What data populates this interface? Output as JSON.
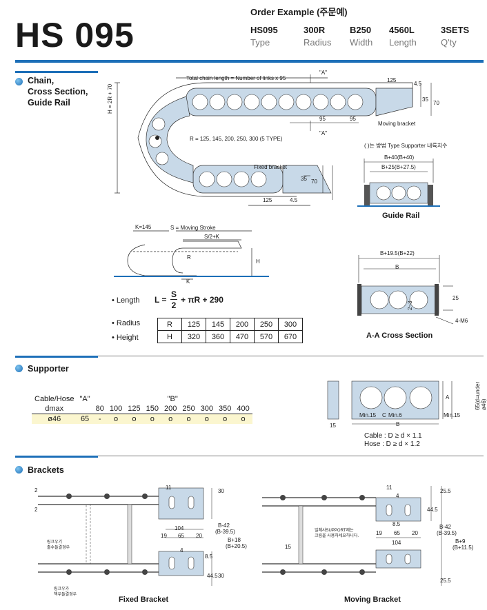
{
  "header": {
    "model_title": "HS 095",
    "order_example_label": "Order Example (주문예)",
    "order_values": [
      "HS095",
      "300R",
      "B250",
      "4560L",
      "3SETS"
    ],
    "order_labels": [
      "Type",
      "Radius",
      "Width",
      "Length",
      "Q'ty"
    ]
  },
  "colors": {
    "accent_blue": "#1d6fb8",
    "table_highlight": "#fbf6cf",
    "part_fill": "#c8d9e8"
  },
  "section_chain": {
    "title_lines": [
      "Chain,",
      "Cross Section,",
      "Guide Rail"
    ],
    "total_length": "Total chain length = Number of links x 95",
    "a_marker": "\"A\"",
    "dim_125": "125",
    "dim_45": "4.5",
    "dim_35": "35",
    "dim_70": "70",
    "dim_95": "95",
    "moving_bracket": "Moving bracket",
    "fixed_bracket": "Fixed bracket",
    "height_formula": "H = 2R + 70",
    "radius_types": "R = 125, 145, 200, 250, 300 (5 TYPE)"
  },
  "guide_rail": {
    "note": "( )는 방법 Type Supporter 내륙치수",
    "dim_b40": "B+40(B+40)",
    "dim_b25": "B+25(B+27.5)",
    "caption": "Guide Rail"
  },
  "stroke": {
    "k145": "K=145",
    "s_moving": "S = Moving Stroke",
    "s2k": "S/2+K",
    "r": "R",
    "h": "H",
    "k": "K"
  },
  "length_formula": {
    "label": "• Length",
    "lhs": "L =",
    "s": "S",
    "two": "2",
    "rest": "+ πR + 290"
  },
  "rh_table": {
    "radius_label": "• Radius",
    "height_label": "• Height",
    "rows": [
      [
        "R",
        "125",
        "145",
        "200",
        "250",
        "300"
      ],
      [
        "H",
        "320",
        "360",
        "470",
        "570",
        "670"
      ]
    ]
  },
  "aa_section": {
    "dim_b195": "B+19.5(B+22)",
    "dim_b": "B",
    "dim_25": "25",
    "dim_23": "2~3",
    "m6": "4-M6",
    "caption": "A-A Cross Section"
  },
  "supporter": {
    "title": "Supporter",
    "head_cable": "Cable/Hose",
    "head_a": "\"A\"",
    "head_b": "\"B\"",
    "head_dmax": "dmax",
    "b_values": [
      "80",
      "100",
      "125",
      "150",
      "200",
      "250",
      "300",
      "350",
      "400"
    ],
    "row_d": "ø46",
    "row_a": "65",
    "row_vals": [
      "-",
      "o",
      "o",
      "o",
      "o",
      "o",
      "o",
      "o",
      "o"
    ],
    "dim_15": "15",
    "dim_a": "A",
    "dim_65": "65(d=under ø46)",
    "min15": "Min.15",
    "c_mark": "C",
    "min6": "Min.6",
    "min15b": "Min.15",
    "b": "B",
    "cable_rule": "Cable : D ≥ d × 1.1",
    "hose_rule": "Hose : D ≥ d × 1.2"
  },
  "brackets": {
    "title": "Brackets",
    "fixed_caption": "Fixed Bracket",
    "moving_caption": "Moving Bracket",
    "fx": {
      "d2a": "2",
      "d2b": "2",
      "d11": "11",
      "d30a": "30",
      "d104": "104",
      "d19": "19",
      "d65": "65",
      "d20": "20",
      "d4": "4",
      "d85": "8.5",
      "b42": "B-42",
      "b395": "(B-39.5)",
      "b18": "B+18",
      "b205": "(B+20.5)",
      "d445": "44.5",
      "d30b": "30",
      "note1": "링크우기\n출수들결경우",
      "note2": "링크우가\n책우들결경우"
    },
    "mv": {
      "d11": "11",
      "d4": "4",
      "d255a": "25.5",
      "d445": "44.5",
      "d85": "8.5",
      "d19": "19",
      "d65": "65",
      "d20": "20",
      "d104": "104",
      "d15": "15",
      "b42": "B-42",
      "b395": "(B-39.5)",
      "b9": "B+9",
      "b115": "(B+11.5)",
      "d255b": "25.5",
      "note": "일체사SUPPORT제는\n크림을 사용하세요하니다."
    }
  }
}
